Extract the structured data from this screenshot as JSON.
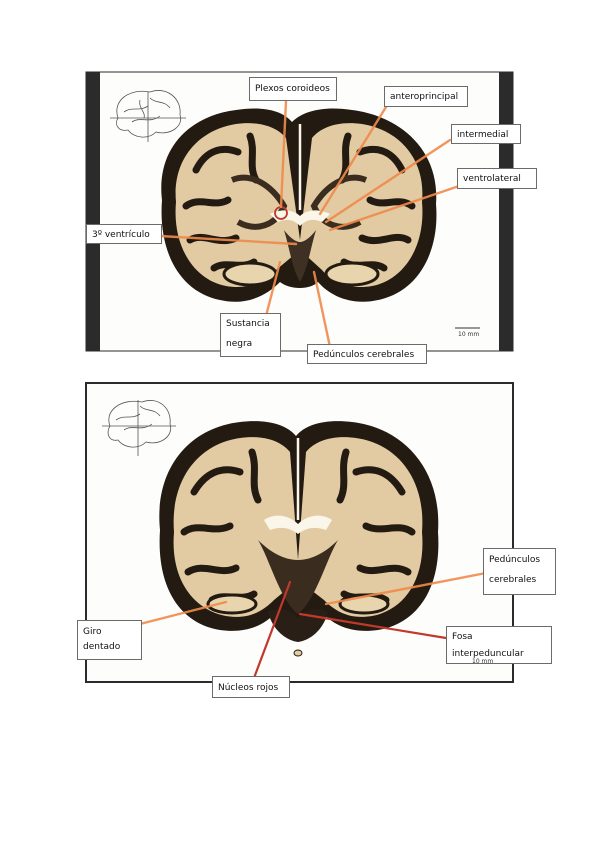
{
  "panel_top": {
    "labels": {
      "plexos": "Plexos coroideos",
      "anteroprincipal": "anteroprincipal",
      "intermedial": "intermedial",
      "ventrolateral": "ventrolateral",
      "tercer_ventriculo": "3º ventrículo",
      "sustancia_1": "Sustancia",
      "sustancia_2": "negra",
      "pedunculos": "Pedúnculos cerebrales"
    },
    "scale_label": "10 mm"
  },
  "panel_bottom": {
    "labels": {
      "pedunculos_1": "Pedúnculos",
      "pedunculos_2": "cerebrales",
      "giro_1": "Giro",
      "giro_2": "dentado",
      "fosa_1": "Fosa",
      "fosa_2": "interpeduncular",
      "nucleos": "Núcleos rojos"
    },
    "scale_label": "10 mm"
  },
  "colors": {
    "leader_line": "#f08a4b",
    "leader_line_dark": "#c0392b",
    "white_matter": "#e2cba2",
    "gray_matter": "#231a12",
    "frame": "#2b2b2b"
  }
}
